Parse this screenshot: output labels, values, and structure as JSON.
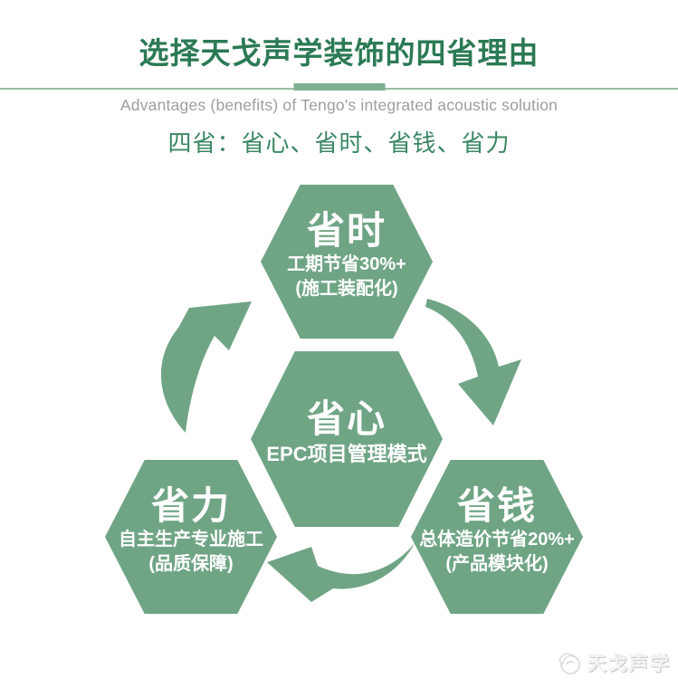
{
  "header": {
    "title": "选择天戈声学装饰的四省理由",
    "subtitle": "Advantages (benefits) of Tengo's integrated acoustic solution",
    "tagline": "四省：省心、省时、省钱、省力"
  },
  "colors": {
    "title_green": "#2b7a54",
    "tagline_green": "#3a8763",
    "subtitle_gray": "#9aa09e",
    "hexagon_green": "#6fa585",
    "hexagon_text": "#ffffff",
    "divider_line": "#95bfa4",
    "divider_accent": "#7eb090",
    "watermark_gray": "#d9d9d9"
  },
  "diagram": {
    "nodes": {
      "time": {
        "title": "省时",
        "lines": [
          "工期节省30%+",
          "(施工装配化)"
        ]
      },
      "worry": {
        "title": "省心",
        "lines": [
          "EPC项目管理模式"
        ]
      },
      "money": {
        "title": "省钱",
        "lines": [
          "总体造价节省20%+",
          "(产品模块化)"
        ]
      },
      "effort": {
        "title": "省力",
        "lines": [
          "自主生产专业施工",
          "(品质保障)"
        ]
      }
    },
    "cycle": [
      "省时 → 省钱",
      "省钱 → 省力",
      "省力 → 省时"
    ]
  },
  "watermark": {
    "brand": "天戈声学"
  }
}
